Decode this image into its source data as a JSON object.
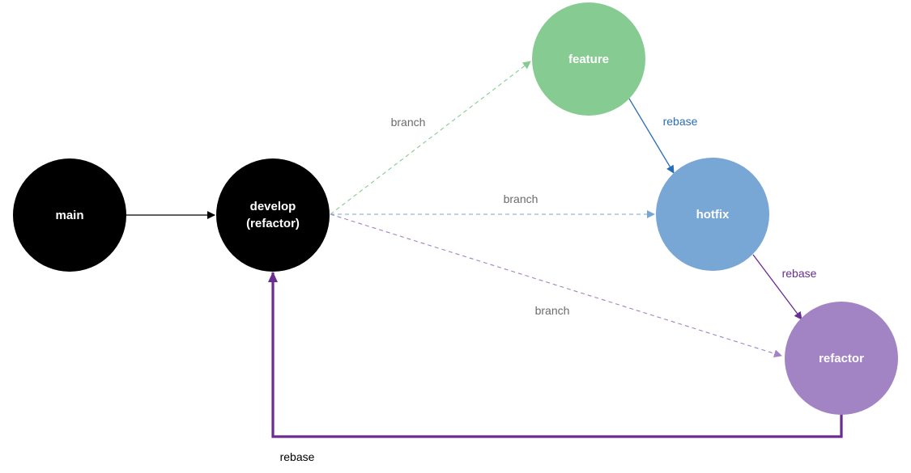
{
  "diagram": {
    "nodes": {
      "main": {
        "label": "main",
        "color": "#000000"
      },
      "develop": {
        "label_line1": "develop",
        "label_line2": "(refactor)",
        "color": "#000000"
      },
      "feature": {
        "label": "feature",
        "color": "#86cb92"
      },
      "hotfix": {
        "label": "hotfix",
        "color": "#78a6d5"
      },
      "refactor": {
        "label": "refactor",
        "color": "#a283c3"
      }
    },
    "edges": {
      "main_to_develop": {
        "from": "main",
        "to": "develop",
        "style": "solid",
        "color": "#000000"
      },
      "develop_to_feature": {
        "from": "develop",
        "to": "feature",
        "style": "dashed",
        "label": "branch",
        "color": "#86cb92",
        "label_color": "#6b6b6b"
      },
      "develop_to_hotfix": {
        "from": "develop",
        "to": "hotfix",
        "style": "dashed",
        "label": "branch",
        "color": "#78a6d5",
        "label_color": "#6b6b6b"
      },
      "develop_to_refactor": {
        "from": "develop",
        "to": "refactor",
        "style": "dashed",
        "label": "branch",
        "color": "#a283c3",
        "label_color": "#6b6b6b"
      },
      "feature_to_hotfix": {
        "from": "feature",
        "to": "hotfix",
        "style": "solid",
        "label": "rebase",
        "color": "#2a6db3",
        "label_color": "#2a6db3"
      },
      "hotfix_to_refactor": {
        "from": "hotfix",
        "to": "refactor",
        "style": "solid",
        "label": "rebase",
        "color": "#6a2c91",
        "label_color": "#6a2c91"
      },
      "refactor_to_develop": {
        "from": "refactor",
        "to": "develop",
        "style": "solid-thick",
        "label": "rebase",
        "color": "#6a2c91",
        "label_color": "#000000"
      }
    }
  }
}
